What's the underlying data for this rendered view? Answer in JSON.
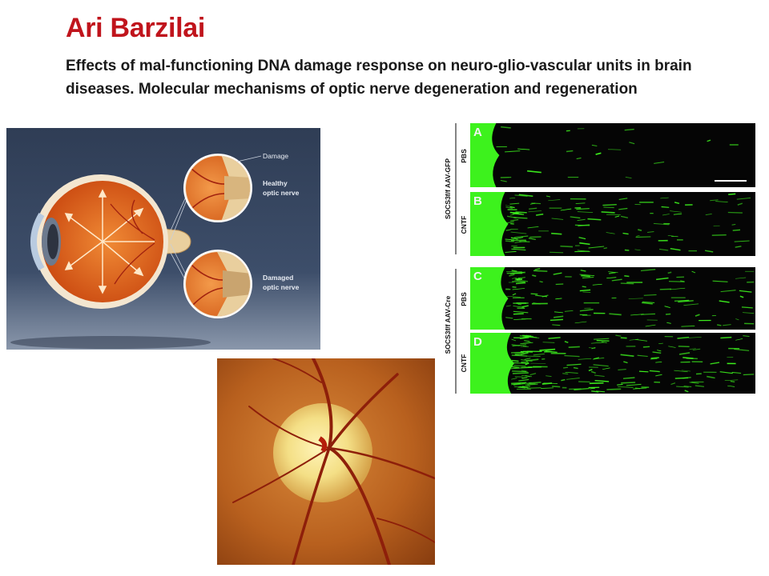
{
  "slide": {
    "title": "Ari Barzilai",
    "subtitle": "Effects of mal-functioning DNA damage response on neuro-glio-vascular units in brain diseases. Molecular mechanisms of optic nerve degeneration and regeneration"
  },
  "eye_diagram": {
    "labels": {
      "damage": "Damage",
      "healthy_line1": "Healthy",
      "healthy_line2": "optic nerve",
      "damaged_line1": "Damaged",
      "damaged_line2": "optic nerve"
    },
    "colors": {
      "background": "#3a4a63",
      "retina": "#e86a1c",
      "sclera": "#f3e6d0"
    }
  },
  "axon_figure": {
    "group_labels": [
      "SOCS3f/f AAV-GFP",
      "SOCS3f/f AAV-Cre"
    ],
    "panels": [
      {
        "letter": "A",
        "condition": "PBS",
        "fluorescence": 0.08
      },
      {
        "letter": "B",
        "condition": "CNTF",
        "fluorescence": 0.45
      },
      {
        "letter": "C",
        "condition": "PBS",
        "fluorescence": 0.45
      },
      {
        "letter": "D",
        "condition": "CNTF",
        "fluorescence": 0.7
      }
    ],
    "colors": {
      "signal": "#3df21d",
      "background": "#050505"
    }
  }
}
